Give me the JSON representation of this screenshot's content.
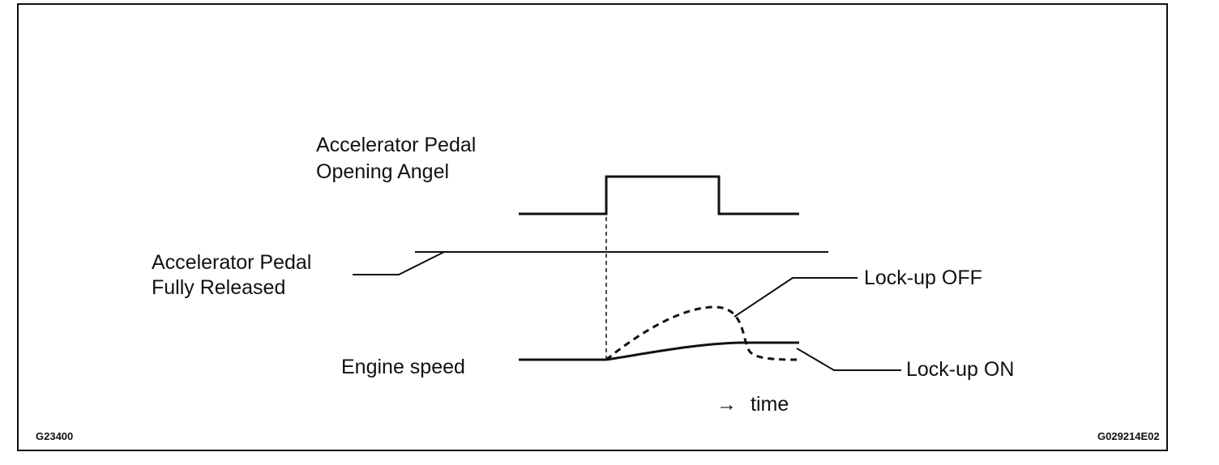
{
  "labels": {
    "pedal_angle_line1": "Accelerator Pedal",
    "pedal_angle_line2": "Opening Angel",
    "pedal_released_line1": "Accelerator Pedal",
    "pedal_released_line2": "Fully Released",
    "engine_speed": "Engine speed",
    "lockup_off": "Lock-up OFF",
    "lockup_on": "Lock-up ON",
    "time_arrow": "→",
    "time": "time"
  },
  "codes": {
    "left": "G23400",
    "right": "G029214E02"
  },
  "colors": {
    "ink": "#111111"
  }
}
